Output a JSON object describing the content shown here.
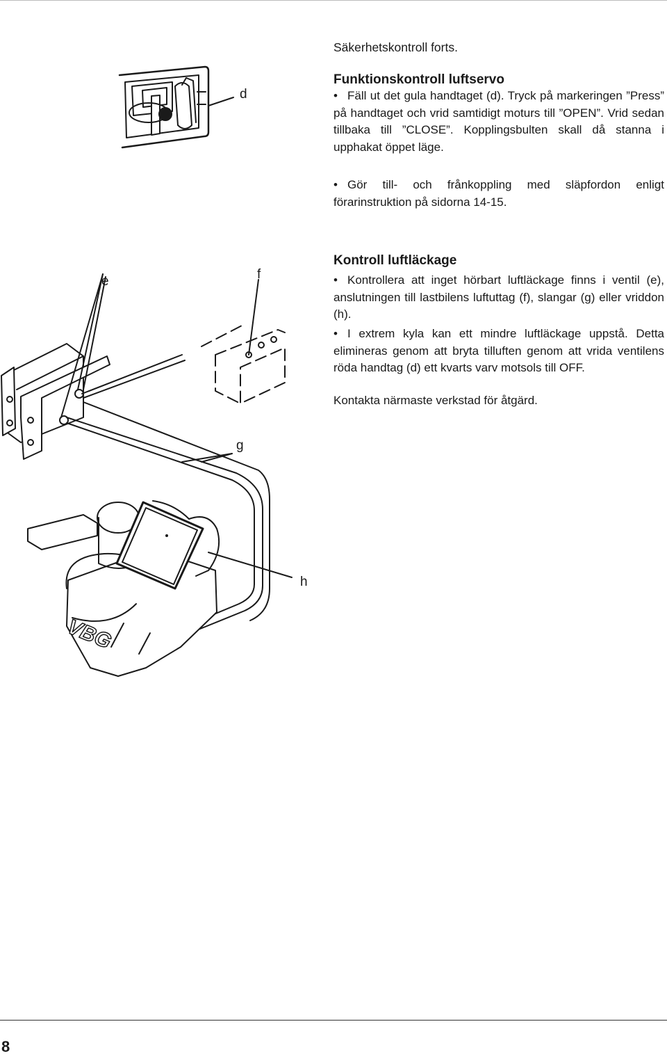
{
  "header": "Säkerhetskontroll forts.",
  "sections": {
    "servo": {
      "title": "Funktionskontroll luftservo",
      "bullet1": "Fäll ut det gula handtaget (d). Tryck på markeringen ”Press” på handtaget och vrid samtidigt moturs till ”OPEN”. Vrid sedan tillbaka till ”CLOSE”. Kopplingsbulten skall då stanna i upphakat öppet läge.",
      "bullet2": "Gör till- och frånkoppling med släpfordon enligt förarinstruktion på sidorna 14-15."
    },
    "leak": {
      "title": "Kontroll luftläckage",
      "bullet1": "Kontrollera att inget hörbart luftläckage finns i ventil (e), anslutningen till lastbilens luftuttag (f), slangar (g) eller vriddon (h).",
      "bullet2": "I extrem kyla kan ett mindre luftläckage uppstå. Detta elimineras genom att bryta tilluften genom att vrida ventilens röda handtag (d) ett kvarts varv motsols till OFF.",
      "note": "Kontakta närmaste verkstad för åtgärd."
    }
  },
  "bullet_symbol": "•",
  "labels": {
    "d": "d",
    "e": "e",
    "f": "f",
    "g": "g",
    "h": "h"
  },
  "logo_text": "VBG",
  "page_number": "8"
}
